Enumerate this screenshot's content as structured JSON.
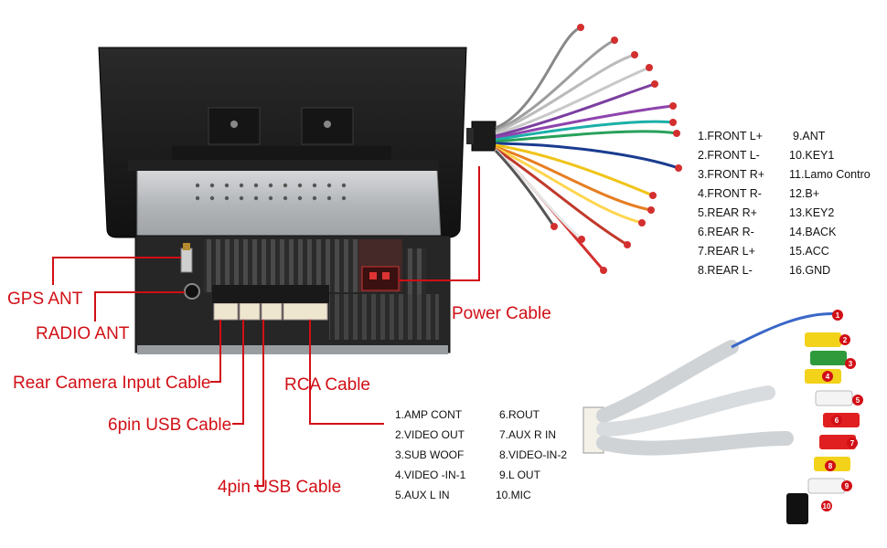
{
  "callouts": {
    "gps_ant": "GPS ANT",
    "radio_ant": "RADIO ANT",
    "rear_camera": "Rear Camera Input Cable",
    "usb6": "6pin USB Cable",
    "usb4": "4pin USB Cable",
    "rca": "RCA Cable",
    "power": "Power Cable"
  },
  "power_pins": [
    "1.FRONT L+",
    "2.FRONT L-",
    "3.FRONT R+",
    "4.FRONT R-",
    "5.REAR R+",
    "6.REAR R-",
    "7.REAR L+",
    "8.REAR L-",
    "9.ANT",
    "10.KEY1",
    "11.Lamo Contro",
    "12.B+",
    "13.KEY2",
    "14.BACK",
    "15.ACC",
    "16.GND"
  ],
  "rca_pins": [
    "1.AMP CONT",
    "2.VIDEO OUT",
    "3.SUB WOOF",
    "4.VIDEO -IN-1",
    "5.AUX L IN",
    "6.ROUT",
    "7.AUX R IN",
    "8.VIDEO-IN-2",
    "9.L OUT",
    "10.MIC"
  ],
  "rca_plug_numbers": [
    "1",
    "2",
    "3",
    "4",
    "5",
    "6",
    "7",
    "8",
    "9",
    "10"
  ],
  "colors": {
    "callout_red": "#d10f16",
    "device_black": "#1c1c1c",
    "chassis_silver": "#b9bcbf",
    "connector_cream": "#efe6cf",
    "rca_red": "#e02020",
    "rca_yellow": "#f3d21a",
    "rca_green": "#2e9a3c"
  }
}
